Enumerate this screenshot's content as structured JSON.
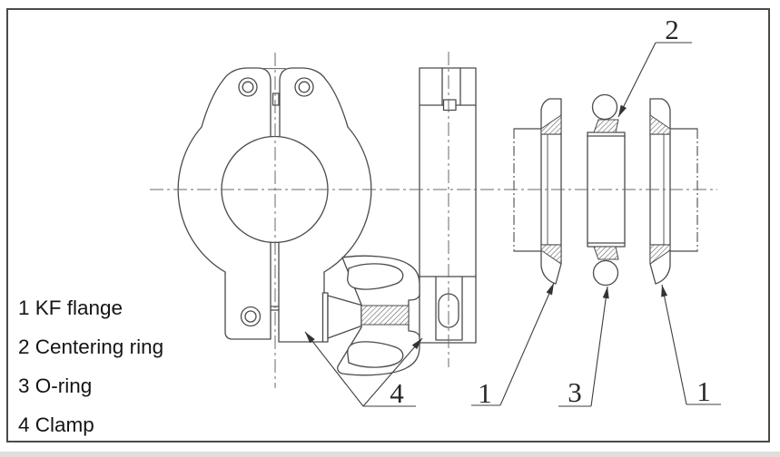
{
  "drawing": {
    "legend": {
      "items": [
        "1 KF flange",
        "2 Centering ring",
        "3 O-ring",
        "4 Clamp"
      ]
    },
    "callouts": {
      "centering_ring": "2",
      "clamp": "4",
      "kf_flange_left": "1",
      "o_ring": "3",
      "kf_flange_right": "1"
    },
    "colors": {
      "line": "#4b4b4b",
      "text": "#141414",
      "background": "#ffffff"
    }
  }
}
